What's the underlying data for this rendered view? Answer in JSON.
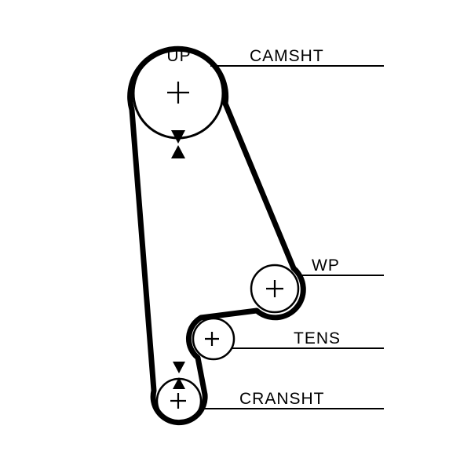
{
  "diagram": {
    "labels": {
      "up": "UP",
      "camshaft": "CAMSHT",
      "water_pump": "WP",
      "tensioner": "TENS",
      "crankshaft": "CRANSHT"
    },
    "colors": {
      "ink": "#000000",
      "background": "#ffffff"
    }
  }
}
